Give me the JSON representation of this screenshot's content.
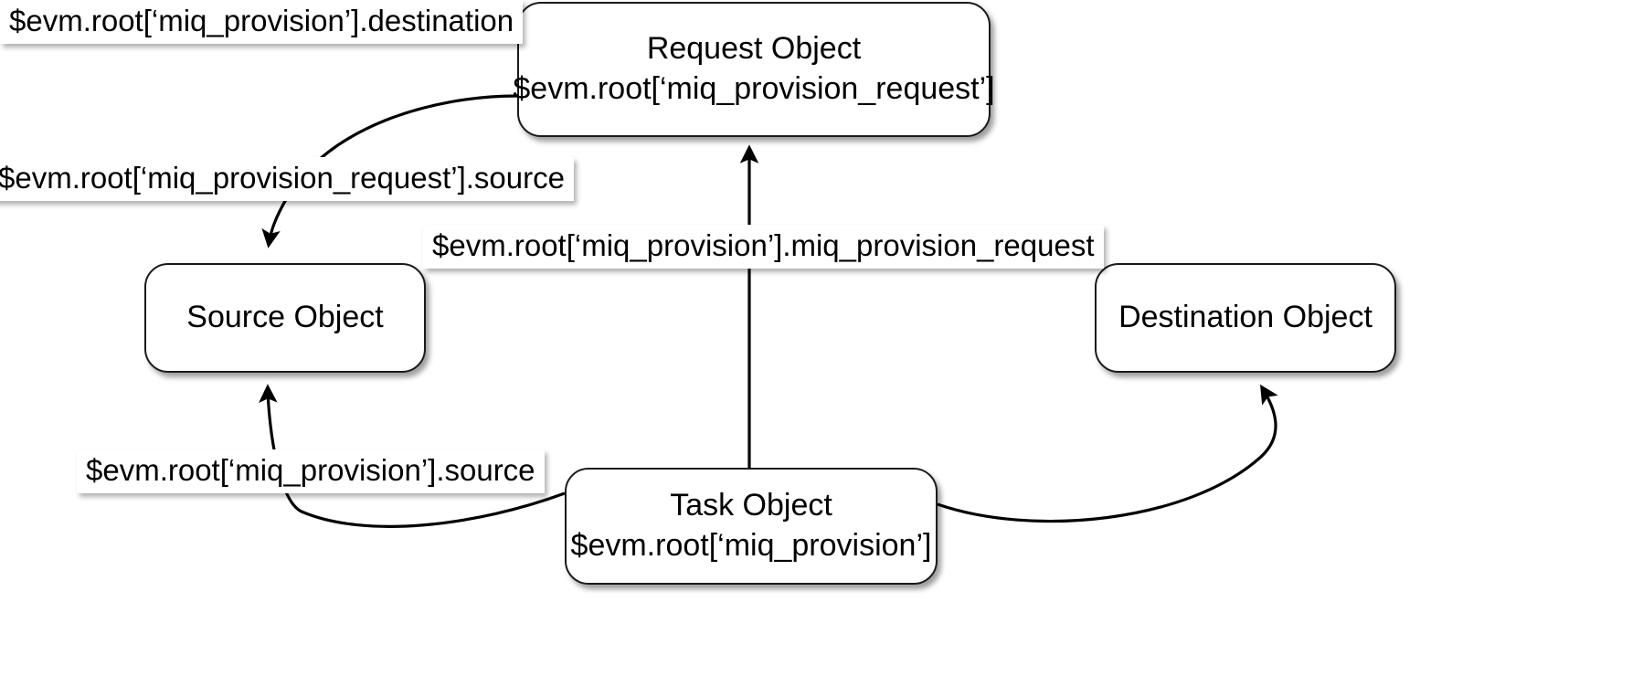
{
  "diagram": {
    "title": "EVM object relationship diagram",
    "background_color": "#ffffff",
    "stroke_color": "#1a1a1a",
    "nodes": [
      {
        "id": "request",
        "name": "request-object",
        "line1": "Request Object",
        "line2": "$evm.root[‘miq_provision_request’]"
      },
      {
        "id": "source",
        "name": "source-object",
        "line1": "Source Object",
        "line2": ""
      },
      {
        "id": "destination",
        "name": "destination-object",
        "line1": "Destination Object",
        "line2": ""
      },
      {
        "id": "task",
        "name": "task-object",
        "line1": "Task Object",
        "line2": "$evm.root[‘miq_provision’]"
      }
    ],
    "edge_labels": [
      {
        "id": "request-source",
        "text": "$evm.root[‘miq_provision_request’].source",
        "from": "request-object",
        "to": "source-object"
      },
      {
        "id": "provision-request",
        "text": "$evm.root[‘miq_provision’].miq_provision_request",
        "from": "task-object",
        "to": "request-object"
      },
      {
        "id": "provision-source",
        "text": "$evm.root[‘miq_provision’].source",
        "from": "task-object",
        "to": "source-object"
      },
      {
        "id": "provision-destination",
        "text": "$evm.root[‘miq_provision’].destination",
        "from": "task-object",
        "to": "destination-object"
      }
    ]
  }
}
